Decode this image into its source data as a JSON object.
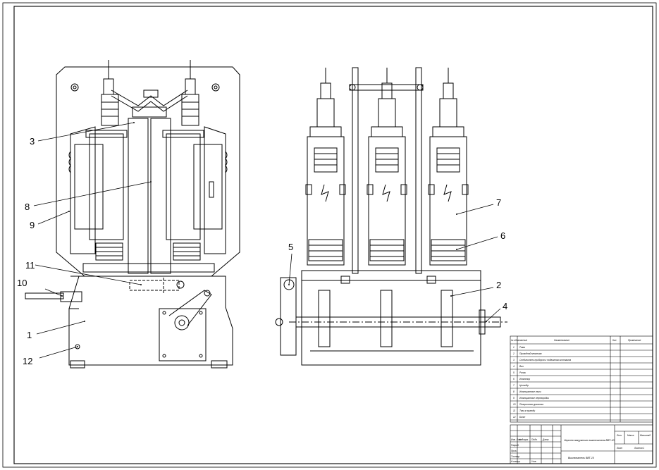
{
  "callouts": {
    "c1": "1",
    "c2": "2",
    "c3": "3",
    "c4": "4",
    "c5": "5",
    "c6": "6",
    "c7": "7",
    "c8": "8",
    "c9": "9",
    "c10": "10",
    "c11": "11",
    "c12": "12"
  },
  "spec": {
    "headers": [
      "№ обозначение",
      "Наименование",
      "Кол",
      "Примечание"
    ],
    "rows": [
      {
        "num": "1",
        "name": "Рама"
      },
      {
        "num": "2",
        "name": "Приводной механизм"
      },
      {
        "num": "3",
        "name": "Соединитель приборов и подвижного контакта"
      },
      {
        "num": "4",
        "name": "Вал"
      },
      {
        "num": "5",
        "name": "Ролик"
      },
      {
        "num": "6",
        "name": "Изолятор"
      },
      {
        "num": "7",
        "name": "Цилиндр"
      },
      {
        "num": "8",
        "name": "Изоляционные тяги"
      },
      {
        "num": "9",
        "name": "Изоляционные перегородки"
      },
      {
        "num": "10",
        "name": "Поворотная рукоятка"
      },
      {
        "num": "11",
        "name": "Тяга к приводу"
      },
      {
        "num": "12",
        "name": "Болт"
      }
    ]
  },
  "title_block": {
    "doc_title": "Чертеж вакуумного выключателя ВВТ-10",
    "product": "Выключатель ВВТ-10",
    "col_lit": "Лит.",
    "col_mass": "Масса",
    "col_scale": "Масштаб",
    "sheet_label": "Лист",
    "sheets_label": "Листов 1",
    "rows": [
      "Изм. Лист",
      "Разраб.",
      "Пров.",
      "Т.контр.",
      "Н.контр.",
      "Утв."
    ],
    "cols": [
      "№ докум.",
      "Подп.",
      "Дата"
    ]
  }
}
